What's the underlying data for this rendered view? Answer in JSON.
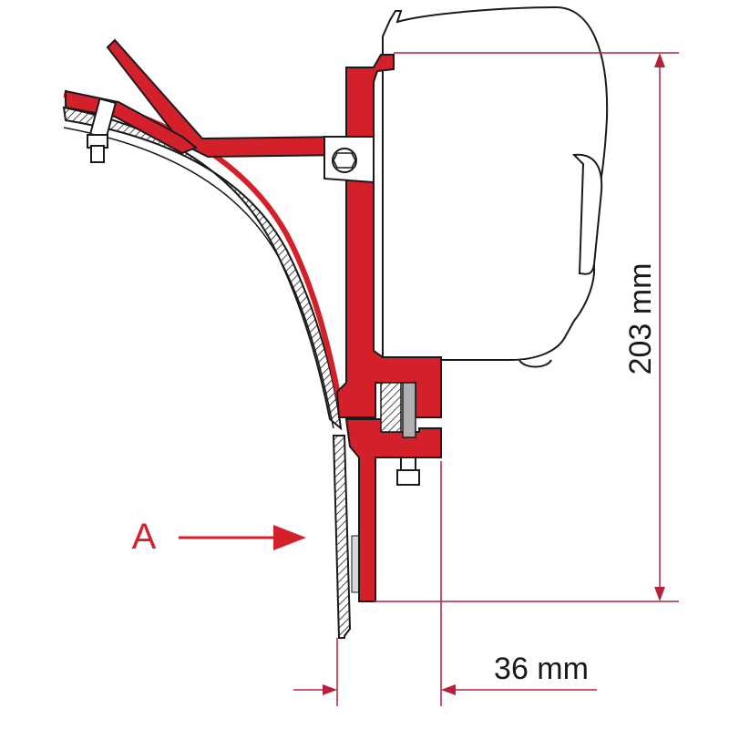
{
  "labels": {
    "height_dimension": "203 mm",
    "depth_dimension": "36 mm",
    "marker": "A"
  },
  "colors": {
    "bracket_red": "#d4202a",
    "dimension_line": "#b5203a",
    "outline": "#1a1a1a",
    "insulation_fill": "#d8d8d8",
    "background": "#ffffff"
  }
}
